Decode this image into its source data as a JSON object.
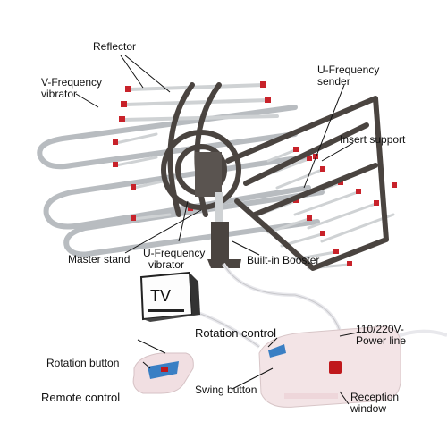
{
  "labels": {
    "reflector": "Reflector",
    "v_freq_vibrator_1": "V-Frequency",
    "v_freq_vibrator_2": "vibrator",
    "u_freq_sender_1": "U-Frequency",
    "u_freq_sender_2": "sender",
    "insert_support": "Insert support",
    "master_stand": "Master stand",
    "u_freq_vibrator_1": "U-Frequency",
    "u_freq_vibrator_2": "vibrator",
    "built_in_booster": "Built-in Booster",
    "tv": "TV",
    "rotation_control": "Rotation control",
    "power_line_1": "110/220V-",
    "power_line_2": "Power line",
    "rotation_button": "Rotation button",
    "remote_control": "Remote control",
    "swing_button": "Swing button",
    "reception_window_1": "Reception",
    "reception_window_2": "window"
  },
  "colors": {
    "frame": "#4a4440",
    "rod": "#d0d0d0",
    "rod_tip": "#c8222a",
    "rail": "#b8bcc0",
    "box": "#f3e4e6",
    "box_accent": "#3a7fc4",
    "switch": "#c0181c"
  }
}
